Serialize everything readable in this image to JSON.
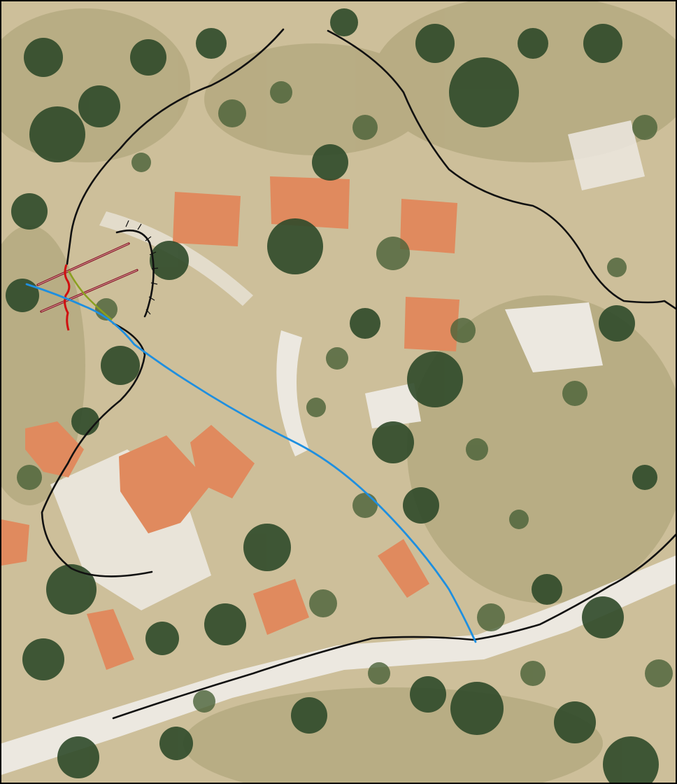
{
  "map": {
    "kind": "aerial orthophoto with hand-drawn vector overlay",
    "text_labels": [],
    "colors": {
      "ground": "#cdbf9a",
      "scrub": "#a89e72",
      "tree_dark": "#2f4a2a",
      "tree_mid": "#4a6238",
      "roof": "#e08a5e",
      "paved": "#ece8e0",
      "boundary_line": "#111111",
      "stream_line": "#1e8fe0",
      "section_line": "#8a1f2a",
      "channel_red": "#d01010",
      "channel_green": "#8aa020"
    },
    "overlay_layers": [
      {
        "name": "watershed-boundary",
        "color": "#111111"
      },
      {
        "name": "drainage-line",
        "color": "#1e8fe0"
      },
      {
        "name": "cross-sections",
        "color": "#8a1f2a"
      },
      {
        "name": "channel-trace-red",
        "color": "#d01010"
      },
      {
        "name": "channel-trace-green",
        "color": "#8aa020"
      },
      {
        "name": "hachured-scarp",
        "color": "#111111"
      }
    ],
    "features": [
      "tree-canopy",
      "roofs",
      "paved-areas",
      "road"
    ]
  }
}
